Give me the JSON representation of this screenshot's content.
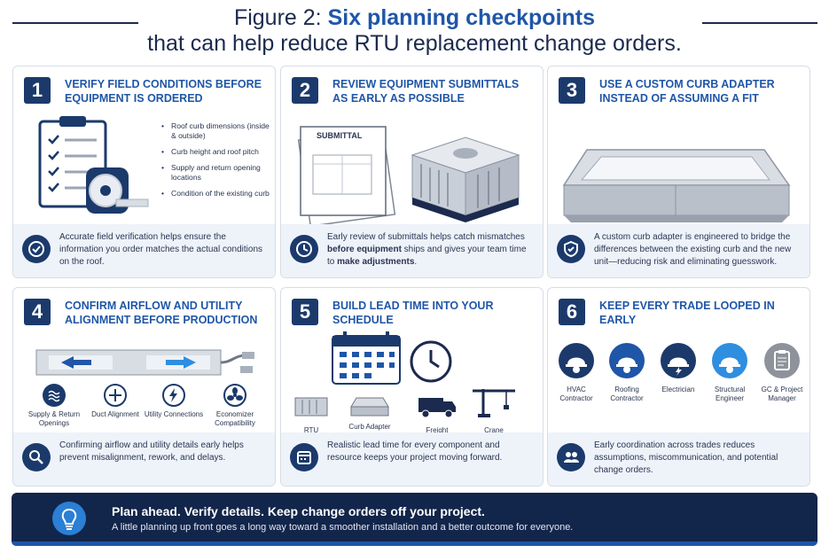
{
  "header": {
    "title_prefix": "Figure 2:",
    "title_accent": "Six planning checkpoints",
    "title_line2": "that can help reduce RTU replacement change orders."
  },
  "cards": [
    {
      "number": "1",
      "title": "Verify field conditions before equipment is ordered",
      "bullets": [
        "Roof curb dimensions (inside & outside)",
        "Curb height and roof pitch",
        "Supply and return opening locations",
        "Condition of the existing curb"
      ],
      "footer": "Accurate field verification helps ensure the information you order matches the actual conditions on the roof."
    },
    {
      "number": "2",
      "title": "Review equipment submittals as early as possible",
      "image_label": "SUBMITTAL",
      "footer_before": "Early review of submittals helps catch mismatches ",
      "footer_bold1": "before equipment",
      "footer_mid": " ships and gives your team time to ",
      "footer_bold2": "make adjustments",
      "footer_end": "."
    },
    {
      "number": "3",
      "title": "Use a custom curb adapter instead of assuming a fit",
      "footer": "A custom curb adapter is engineered to bridge the differences between the existing curb and the new unit—reducing risk and eliminating guesswork."
    },
    {
      "number": "4",
      "title": "Confirm airflow and utility alignment before production",
      "items": [
        {
          "label": "Supply & Return Openings",
          "icon": "airflow-icon"
        },
        {
          "label": "Duct Alignment",
          "icon": "crosshair-icon"
        },
        {
          "label": "Utility Connections",
          "icon": "lightning-icon"
        },
        {
          "label": "Economizer Compatibility",
          "icon": "fan-icon"
        }
      ],
      "footer": "Confirming airflow and utility details early helps prevent misalignment, rework, and delays."
    },
    {
      "number": "5",
      "title": "Build lead time into your schedule",
      "items": [
        {
          "label": "RTU",
          "icon": "rtu-icon"
        },
        {
          "label": "Curb Adapter",
          "icon": "curb-icon"
        },
        {
          "label": "Freight",
          "icon": "truck-icon"
        },
        {
          "label": "Crane",
          "icon": "crane-icon"
        }
      ],
      "footer": "Realistic lead time for every component and resource keeps your project moving forward."
    },
    {
      "number": "6",
      "title": "Keep every trade looped in early",
      "trades": [
        {
          "label": "HVAC Contractor",
          "icon": "hardhat-icon"
        },
        {
          "label": "Roofing Contractor",
          "icon": "hardhat-icon"
        },
        {
          "label": "Electrician",
          "icon": "hardhat-icon"
        },
        {
          "label": "Structural Engineer",
          "icon": "hardhat-icon"
        },
        {
          "label": "GC & Project Manager",
          "icon": "clipboard-icon"
        }
      ],
      "footer": "Early coordination across trades reduces assumptions, miscommunication, and potential change orders."
    }
  ],
  "banner": {
    "headline": "Plan ahead. Verify details. Keep change orders off your project.",
    "subline": "A little planning up front goes a long way toward a smoother installation and a better outcome for everyone."
  },
  "colors": {
    "navy": "#1b3a6b",
    "accent_blue": "#1f56a8",
    "footer_bg": "#eef3fa",
    "banner_bg": "#12254a",
    "trade_light": "#2f8ee0",
    "trade_gray": "#8e939b"
  }
}
